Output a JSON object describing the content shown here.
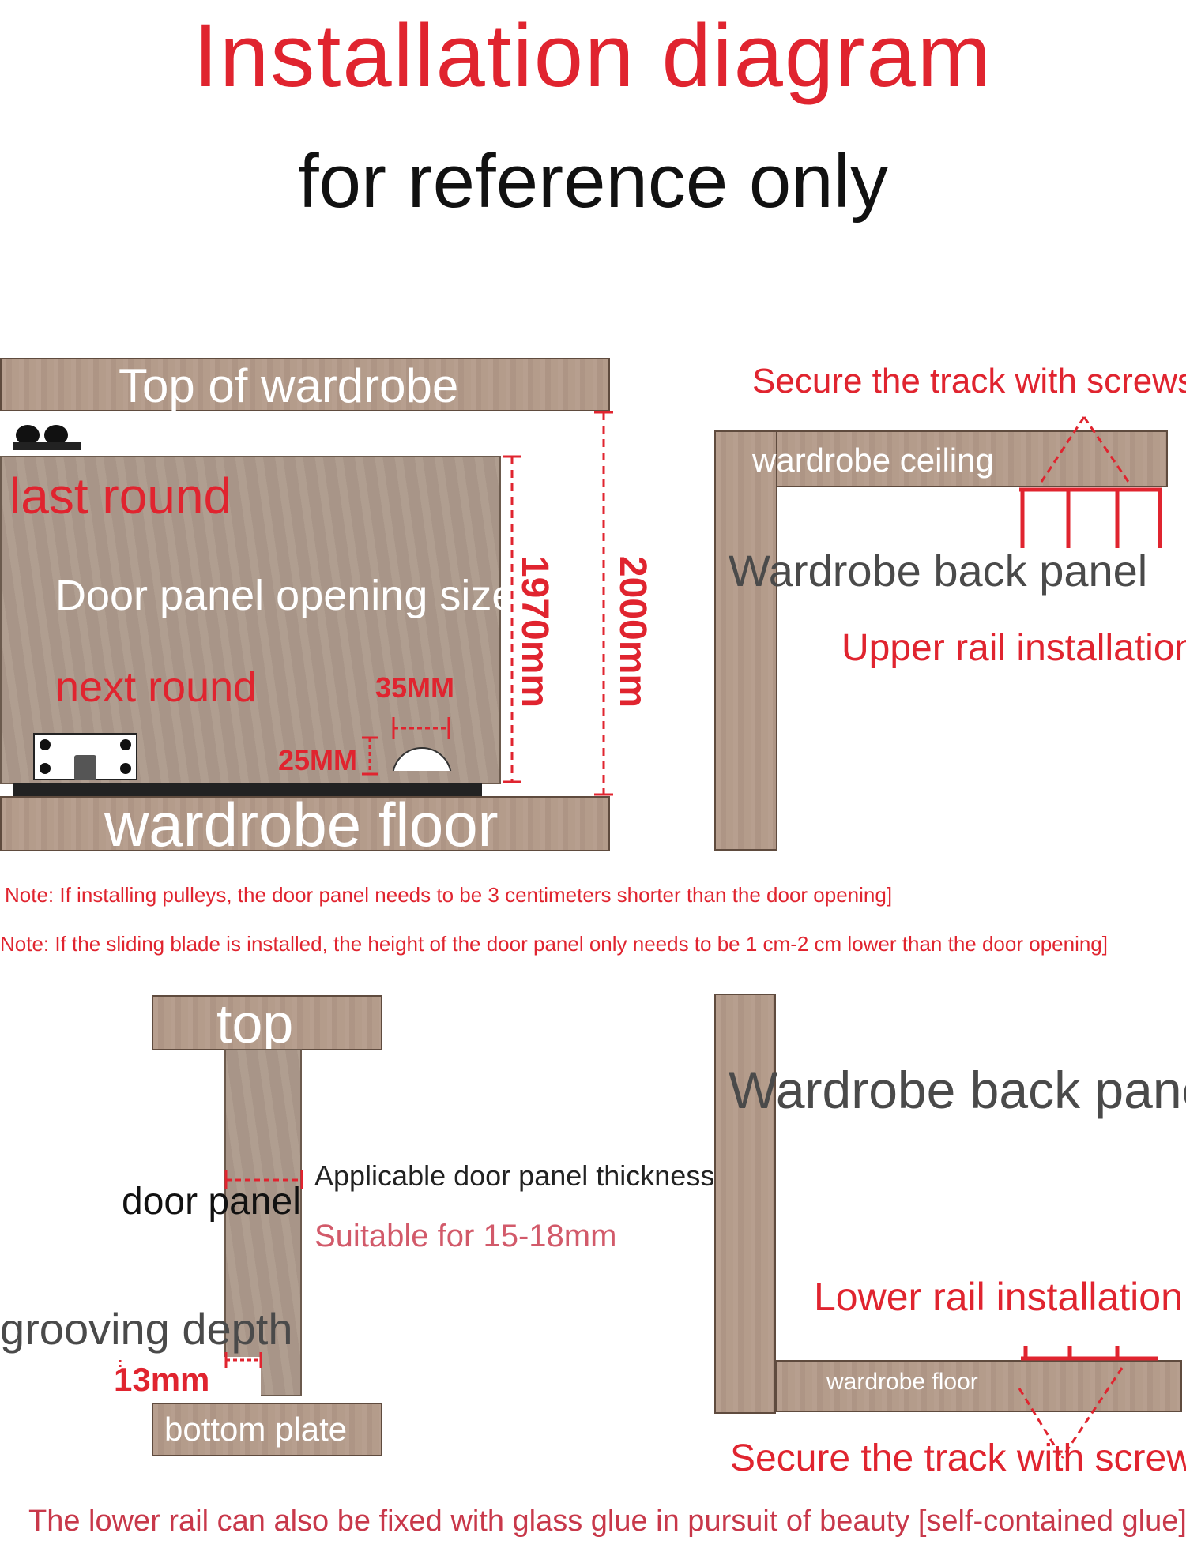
{
  "header": {
    "title": "Installation diagram",
    "subtitle": "for reference only"
  },
  "panel1": {
    "top_label": "Top of wardrobe",
    "last_round": "last round",
    "opening_label": "Door panel opening size",
    "next_round": "next round",
    "dim_35": "35MM",
    "dim_25": "25MM",
    "floor_label": "wardrobe floor",
    "height_1970": "1970mm",
    "height_2000": "2000mm"
  },
  "panel2": {
    "secure_label": "Secure the track with screws",
    "ceiling_label": "wardrobe ceiling",
    "back_panel_label": "Wardrobe back panel",
    "upper_rail_label": "Upper rail installation"
  },
  "notes": {
    "note1": "Note: If installing pulleys, the door panel needs to be 3 centimeters shorter than the door opening]",
    "note2": "Note: If the sliding blade is installed, the height of the door panel only needs to be 1 cm-2 cm lower than the door opening]"
  },
  "panel3": {
    "top_label": "top",
    "door_panel_label": "door panel",
    "thickness_label": "Applicable door panel thickness",
    "suitable_label": "Suitable for 15-18mm",
    "grooving_label": "grooving depth",
    "depth_value": "13mm",
    "bottom_label": "bottom plate"
  },
  "panel4": {
    "back_panel_label": "Wardrobe back pane",
    "lower_rail_label": "Lower rail installation",
    "floor_label": "wardrobe floor",
    "secure_label": "Secure the track with screws"
  },
  "footer": {
    "text": "The lower rail can also be fixed with glass glue in pursuit of beauty [self-contained glue]"
  },
  "colors": {
    "accent_red": "#e0242f",
    "wood": "#b39a89"
  }
}
